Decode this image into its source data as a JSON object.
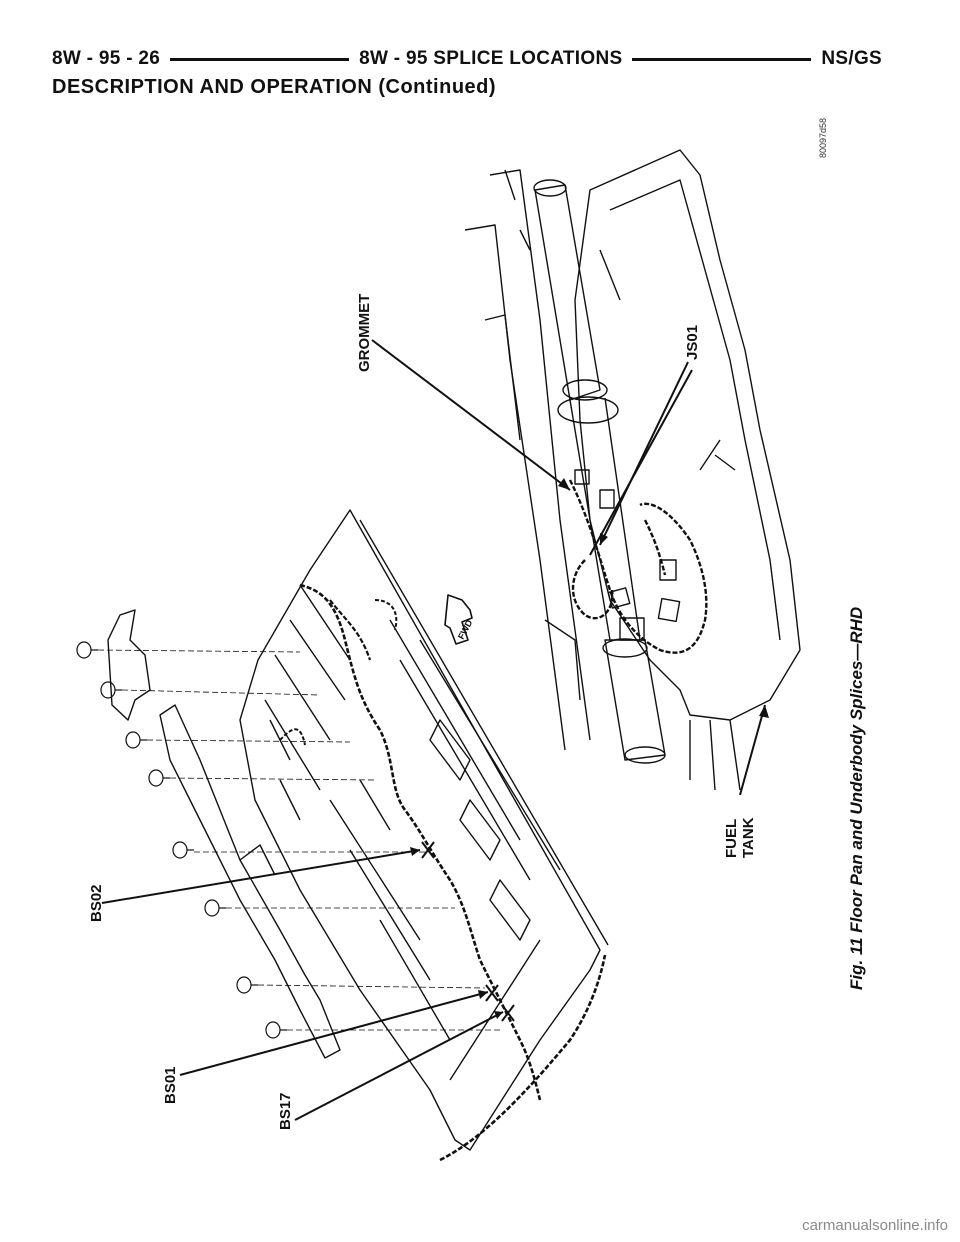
{
  "header": {
    "page_number": "8W - 95 - 26",
    "chapter": "8W - 95 SPLICE LOCATIONS",
    "model": "NS/GS"
  },
  "section_title": "DESCRIPTION AND OPERATION (Continued)",
  "figure": {
    "art_code": "80097d58",
    "caption": "Fig. 11 Floor Pan and Underbody Splices—RHD",
    "labels": {
      "grommet": "GROMMET",
      "js01": "JS01",
      "fuel": "FUEL",
      "tank": "TANK",
      "bs02": "BS02",
      "bs01": "BS01",
      "bs17": "BS17",
      "arrow_text": "FWD"
    }
  },
  "footer": {
    "watermark": "carmanualsonline.info"
  }
}
